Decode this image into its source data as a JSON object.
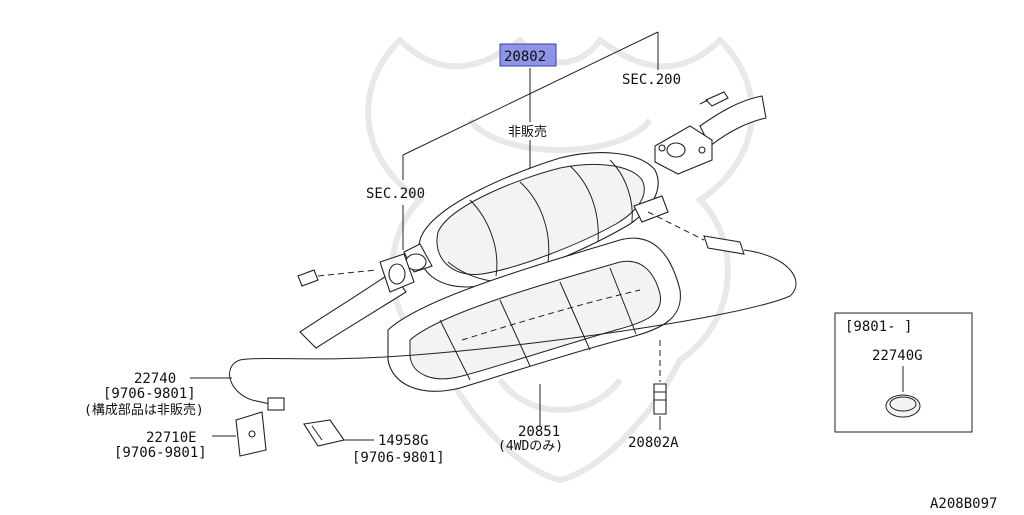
{
  "diagram": {
    "highlighted_part": "20802",
    "not_for_sale": "非販売",
    "sec_upper": "SEC.200",
    "sec_left": "SEC.200",
    "part_22740": "22740",
    "range_22740": "[9706-9801]",
    "note_22740": "(構成部品は非販売)",
    "part_22710e": "22710E",
    "range_22710e": "[9706-9801]",
    "part_14958g": "14958G",
    "range_14958g": "[9706-9801]",
    "part_20851": "20851",
    "note_20851": "(4WDのみ)",
    "part_20802a": "20802A",
    "inset_range": "[9801-     ]",
    "inset_part": "22740G",
    "figure_code": "A208B097"
  }
}
